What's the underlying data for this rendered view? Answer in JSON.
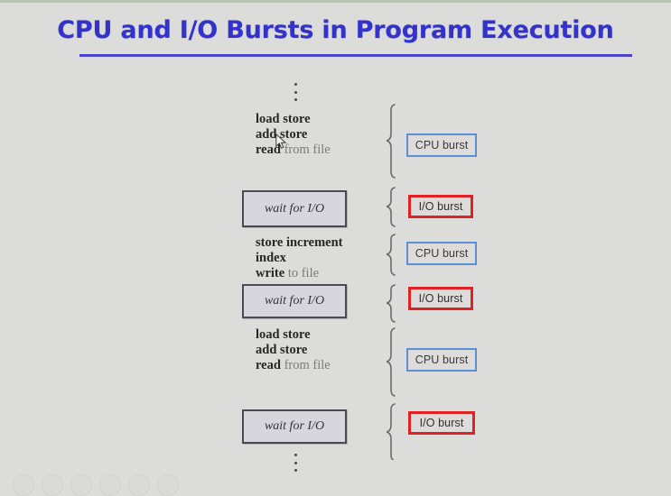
{
  "slide": {
    "title": "CPU and I/O Bursts in Program Execution",
    "background_color": "#dcdcda",
    "title_color": "#3333cc",
    "cpu_burst_border_color": "#5b8fd4",
    "io_burst_border_color": "#e02222"
  },
  "ellipsis": {
    "top": "⋮",
    "bottom": "⋮"
  },
  "code_blocks": [
    {
      "id": "code-1",
      "lines": [
        {
          "bold": "load store",
          "soft": ""
        },
        {
          "bold": "add store",
          "soft": ""
        },
        {
          "bold": "read",
          "soft": " from file"
        }
      ]
    },
    {
      "id": "code-2",
      "lines": [
        {
          "bold": "store increment",
          "soft": ""
        },
        {
          "bold": "index",
          "soft": ""
        },
        {
          "bold": "write",
          "soft": " to file"
        }
      ]
    },
    {
      "id": "code-3",
      "lines": [
        {
          "bold": "load store",
          "soft": ""
        },
        {
          "bold": "add store",
          "soft": ""
        },
        {
          "bold": "read",
          "soft": " from file"
        }
      ]
    }
  ],
  "wait_boxes": [
    {
      "id": "wait-1",
      "label": "wait for I/O"
    },
    {
      "id": "wait-2",
      "label": "wait for I/O"
    },
    {
      "id": "wait-3",
      "label": "wait for I/O"
    }
  ],
  "bursts": [
    {
      "id": "burst-1",
      "label": "CPU burst",
      "kind": "cpu"
    },
    {
      "id": "burst-2",
      "label": "I/O burst",
      "kind": "io"
    },
    {
      "id": "burst-3",
      "label": "CPU burst",
      "kind": "cpu"
    },
    {
      "id": "burst-4",
      "label": "I/O burst",
      "kind": "io"
    },
    {
      "id": "burst-5",
      "label": "CPU burst",
      "kind": "cpu"
    },
    {
      "id": "burst-6",
      "label": "I/O burst",
      "kind": "io"
    }
  ],
  "player_dock": {
    "controls": [
      "play-button",
      "pause-button",
      "stop-button",
      "volume-button",
      "settings-button",
      "fullscreen-button"
    ]
  }
}
